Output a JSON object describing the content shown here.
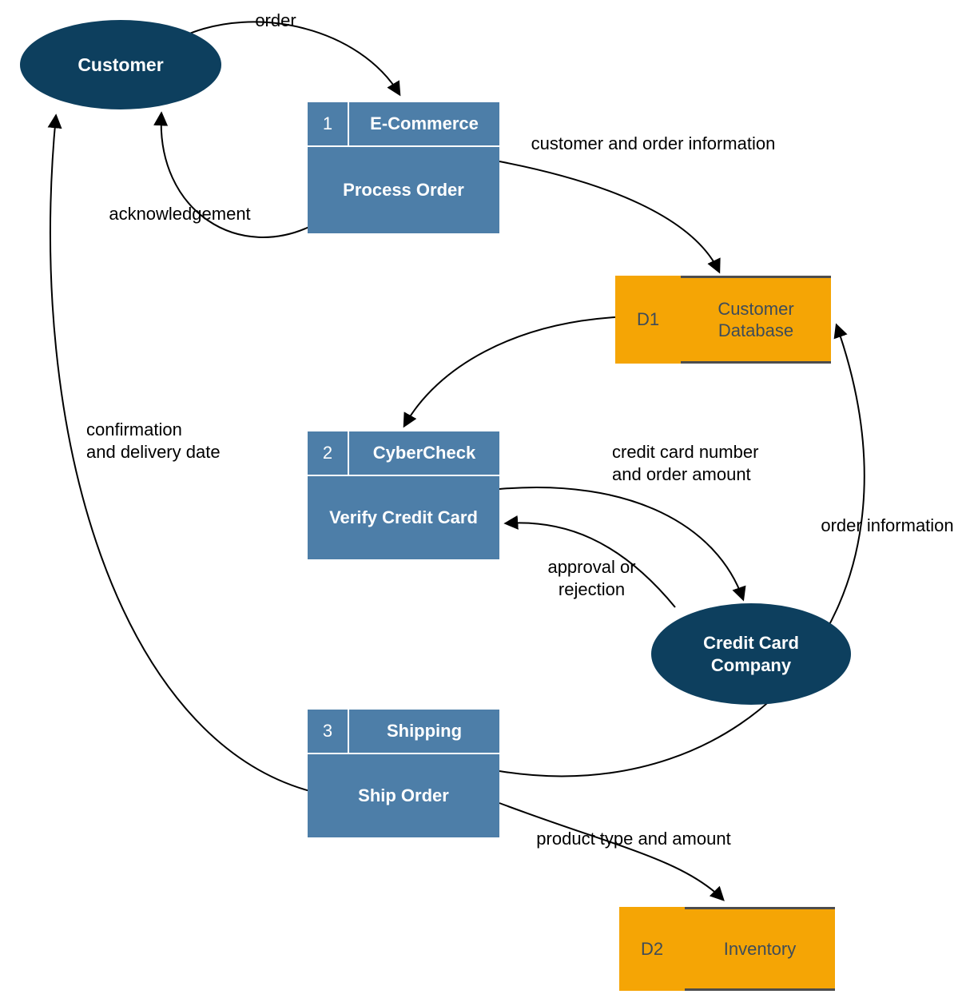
{
  "diagram": {
    "colors": {
      "process_fill": "#4d7ea8",
      "entity_fill": "#0d3f5e",
      "datastore_fill": "#f5a505",
      "datastore_text": "#3e4c59",
      "arrow": "#000000",
      "label_text": "#000000"
    },
    "entities": {
      "customer": {
        "label": "Customer"
      },
      "credit_card_company": {
        "line1": "Credit Card",
        "line2": "Company"
      }
    },
    "processes": [
      {
        "number": "1",
        "system": "E-Commerce",
        "name": "Process Order"
      },
      {
        "number": "2",
        "system": "CyberCheck",
        "name": "Verify Credit Card"
      },
      {
        "number": "3",
        "system": "Shipping",
        "name": "Ship Order"
      }
    ],
    "datastores": [
      {
        "id": "D1",
        "line1": "Customer",
        "line2": "Database"
      },
      {
        "id": "D2",
        "name": "Inventory"
      }
    ],
    "flows": {
      "order": {
        "label": "order"
      },
      "acknowledgement": {
        "label": "acknowledgement"
      },
      "customer_order_info": {
        "label": "customer and order information"
      },
      "confirmation": {
        "line1": "confirmation",
        "line2": "and delivery date"
      },
      "cc_number": {
        "line1": "credit card number",
        "line2": "and order amount"
      },
      "approval": {
        "line1": "approval or",
        "line2": "rejection"
      },
      "order_information": {
        "label": "order information"
      },
      "product_type": {
        "label": "product type and amount"
      }
    }
  }
}
